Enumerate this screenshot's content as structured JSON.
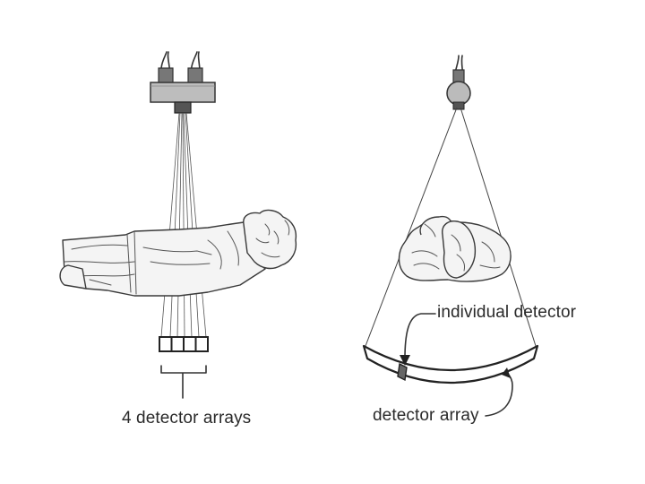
{
  "left_panel": {
    "caption": "4 detector arrays"
  },
  "right_panel": {
    "individual_detector_label": "individual detector",
    "detector_array_label": "detector array"
  }
}
